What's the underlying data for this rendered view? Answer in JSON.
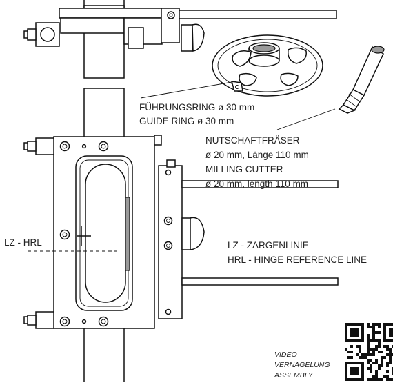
{
  "labels": {
    "guide_ring_de": "FÜHRUNGSRING ø 30 mm",
    "guide_ring_en": "GUIDE RING ø 30 mm",
    "cutter_de_1": "NUTSCHAFTFRÄSER",
    "cutter_de_2": "ø 20 mm, Länge 110 mm",
    "cutter_en_1": "MILLING CUTTER",
    "cutter_en_2": "ø 20 mm, length 110 mm",
    "lz_hrl": "LZ - HRL",
    "legend_lz": "LZ - ZARGENLINIE",
    "legend_hrl": "HRL - HINGE REFERENCE LINE",
    "video_1": "VIDEO",
    "video_2": "VERNAGELUNG",
    "video_3": "ASSEMBLY"
  },
  "icons": {
    "qr": "qr-code-icon"
  }
}
